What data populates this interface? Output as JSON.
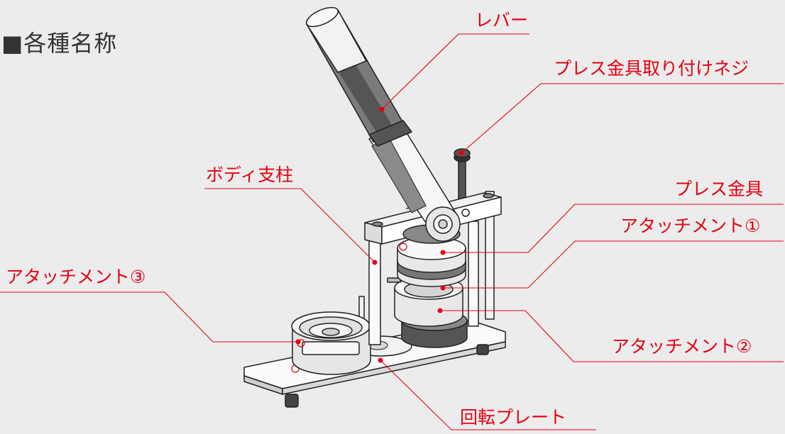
{
  "title": "■各種名称",
  "labels": {
    "lever": "レバー",
    "press_screw": "プレス金具取り付けネジ",
    "body_pillar": "ボディ支柱",
    "press_fitting": "プレス金具",
    "attachment1": "アタッチメント①",
    "attachment3": "アタッチメント③",
    "attachment2": "アタッチメント②",
    "rotating_plate": "回転プレート"
  },
  "colors": {
    "label": "#e60012",
    "leader": "#e60012",
    "background": "#ececec"
  }
}
